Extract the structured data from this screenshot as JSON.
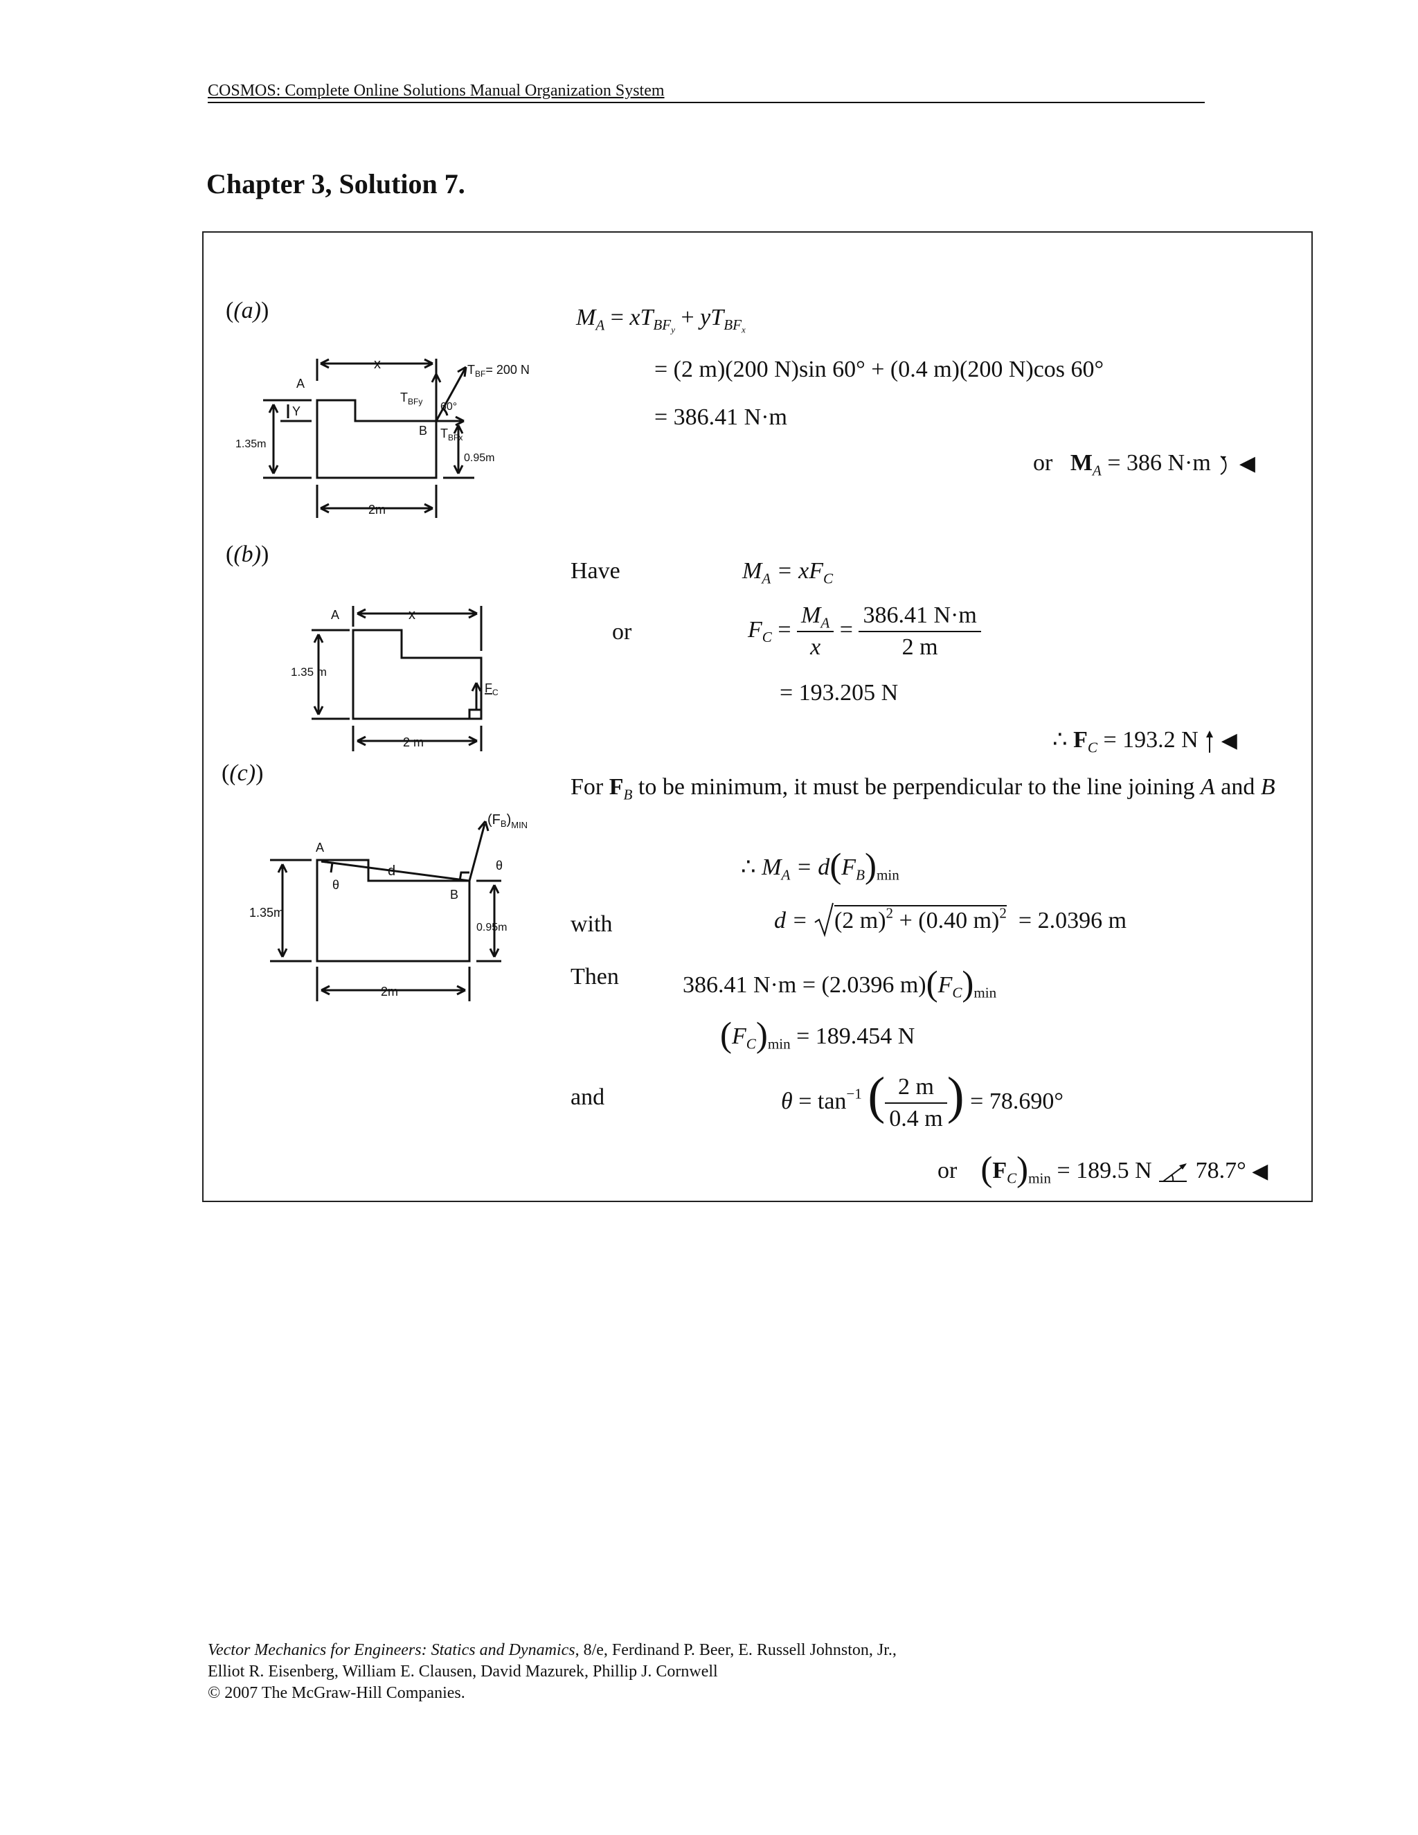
{
  "header": {
    "text": "COSMOS: Complete Online Solutions Manual Organization System"
  },
  "title": "Chapter 3, Solution 7.",
  "part_a": {
    "label": "(a)",
    "diagram": {
      "A": "A",
      "x": "x",
      "y": "Y",
      "T_BF": "T",
      "T_BF_sub": "BF",
      "T_BF_value": "= 200 N",
      "T_BFy_main": "T",
      "T_BFy_sub": "BFy",
      "angle": "60°",
      "B": "B",
      "T_BFx_main": "T",
      "T_BFx_sub": "BFx",
      "h_total": "1.35m",
      "h_B": "0.95m",
      "width": "2m"
    },
    "line1": {
      "lhs": "M",
      "lhs_sub": "A",
      "eq": "=",
      "t1a": "x",
      "t1b": "T",
      "t1sub": "BF",
      "t1subsub": "y",
      "plus": "+",
      "t2a": "y",
      "t2b": "T",
      "t2sub": "BF",
      "t2subsub": "x"
    },
    "line2": "= (2 m)(200 N)sin 60° + (0.4 m)(200 N)cos 60°",
    "line3": "= 386.41 N·m",
    "answer": {
      "or": "or",
      "lhs": "M",
      "lhs_sub": "A",
      "rhs": "= 386 N·m"
    }
  },
  "part_b": {
    "label": "(b)",
    "diagram": {
      "A": "A",
      "x": "x",
      "h_total": "1.35 m",
      "force": "F",
      "force_sub": "C",
      "width": "2 m"
    },
    "have": "Have",
    "line1": {
      "lhs": "M",
      "lhs_sub": "A",
      "rhs_a": "= x",
      "rhs_b": "F",
      "rhs_sub": "C"
    },
    "or": "or",
    "line2": {
      "lhs": "F",
      "lhs_sub": "C",
      "eq": "=",
      "num": "M",
      "num_sub": "A",
      "den": "x",
      "eq2": "=",
      "num2": "386.41 N·m",
      "den2": "2 m"
    },
    "line3": "= 193.205 N",
    "answer": {
      "therefore": "∴",
      "lhs": "F",
      "lhs_sub": "C",
      "rhs": "= 193.2 N"
    }
  },
  "part_c": {
    "label": "(c)",
    "diagram": {
      "A": "A",
      "theta1": "θ",
      "d": "d",
      "B": "B",
      "theta2": "θ",
      "force": "(F",
      "force_sub": "B",
      "force_end": ")",
      "force_min": "MIN",
      "h_total": "1.35m",
      "h_B": "0.95m",
      "width": "2m"
    },
    "statement": {
      "for": "For",
      "F": "F",
      "F_sub": "B",
      "text": "to be minimum, it must be perpendicular to the line joining",
      "A": "A",
      "and": "and",
      "B": "B"
    },
    "line1": {
      "therefore": "∴",
      "lhs": "M",
      "lhs_sub": "A",
      "rhs_a": "= d",
      "rhs_b": "F",
      "rhs_sub": "B",
      "min": "min"
    },
    "with": "with",
    "line2": {
      "lhs": "d =",
      "t1": "(2 m)",
      "sq": "2",
      "plus": "+",
      "t2": "(0.40 m)",
      "sq2": "2",
      "rhs": "= 2.0396 m"
    },
    "then": "Then",
    "line3": {
      "lhs": "386.41 N·m = (2.0396 m)",
      "F": "F",
      "F_sub": "C",
      "min": "min"
    },
    "line4": {
      "F": "F",
      "F_sub": "C",
      "min": "min",
      "rhs": "= 189.454 N"
    },
    "and": "and",
    "line5": {
      "lhs": "θ",
      "eq": "= tan",
      "inv": "−1",
      "num": "2 m",
      "den": "0.4 m",
      "rhs": "= 78.690°"
    },
    "answer": {
      "or": "or",
      "F": "F",
      "F_sub": "C",
      "min": "min",
      "rhs": "= 189.5 N",
      "angle": "78.7°"
    }
  },
  "footer": {
    "book": "Vector Mechanics for Engineers: Statics and Dynamics",
    "line1_rest": ", 8/e, Ferdinand P. Beer, E. Russell Johnston, Jr.,",
    "line2": "Elliot R. Eisenberg, William E. Clausen, David Mazurek, Phillip J. Cornwell",
    "line3": "© 2007 The McGraw-Hill Companies."
  }
}
